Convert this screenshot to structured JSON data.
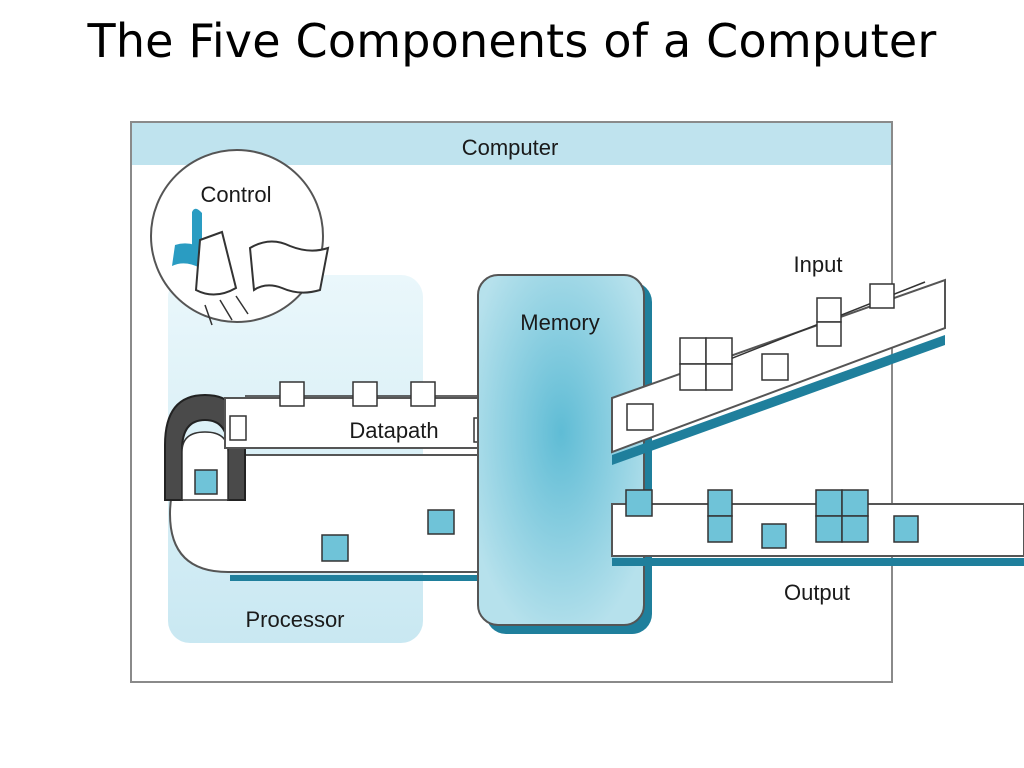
{
  "slide": {
    "title": "The Five Components of a Computer"
  },
  "diagram": {
    "labels": {
      "computer": "Computer",
      "control": "Control",
      "input": "Input",
      "memory": "Memory",
      "datapath": "Datapath",
      "output": "Output",
      "processor": "Processor"
    },
    "colors": {
      "frame": "#8a8a8a",
      "header": "#bfe3ee",
      "processor_zone": "#d6eef6",
      "memory_fill": "#8fd0e0",
      "pipe_shadow": "#1f7f9c",
      "box_fill": "#6fc3d8",
      "arch_dark": "#4a4a4a"
    },
    "icons": [
      "control-icon"
    ]
  }
}
